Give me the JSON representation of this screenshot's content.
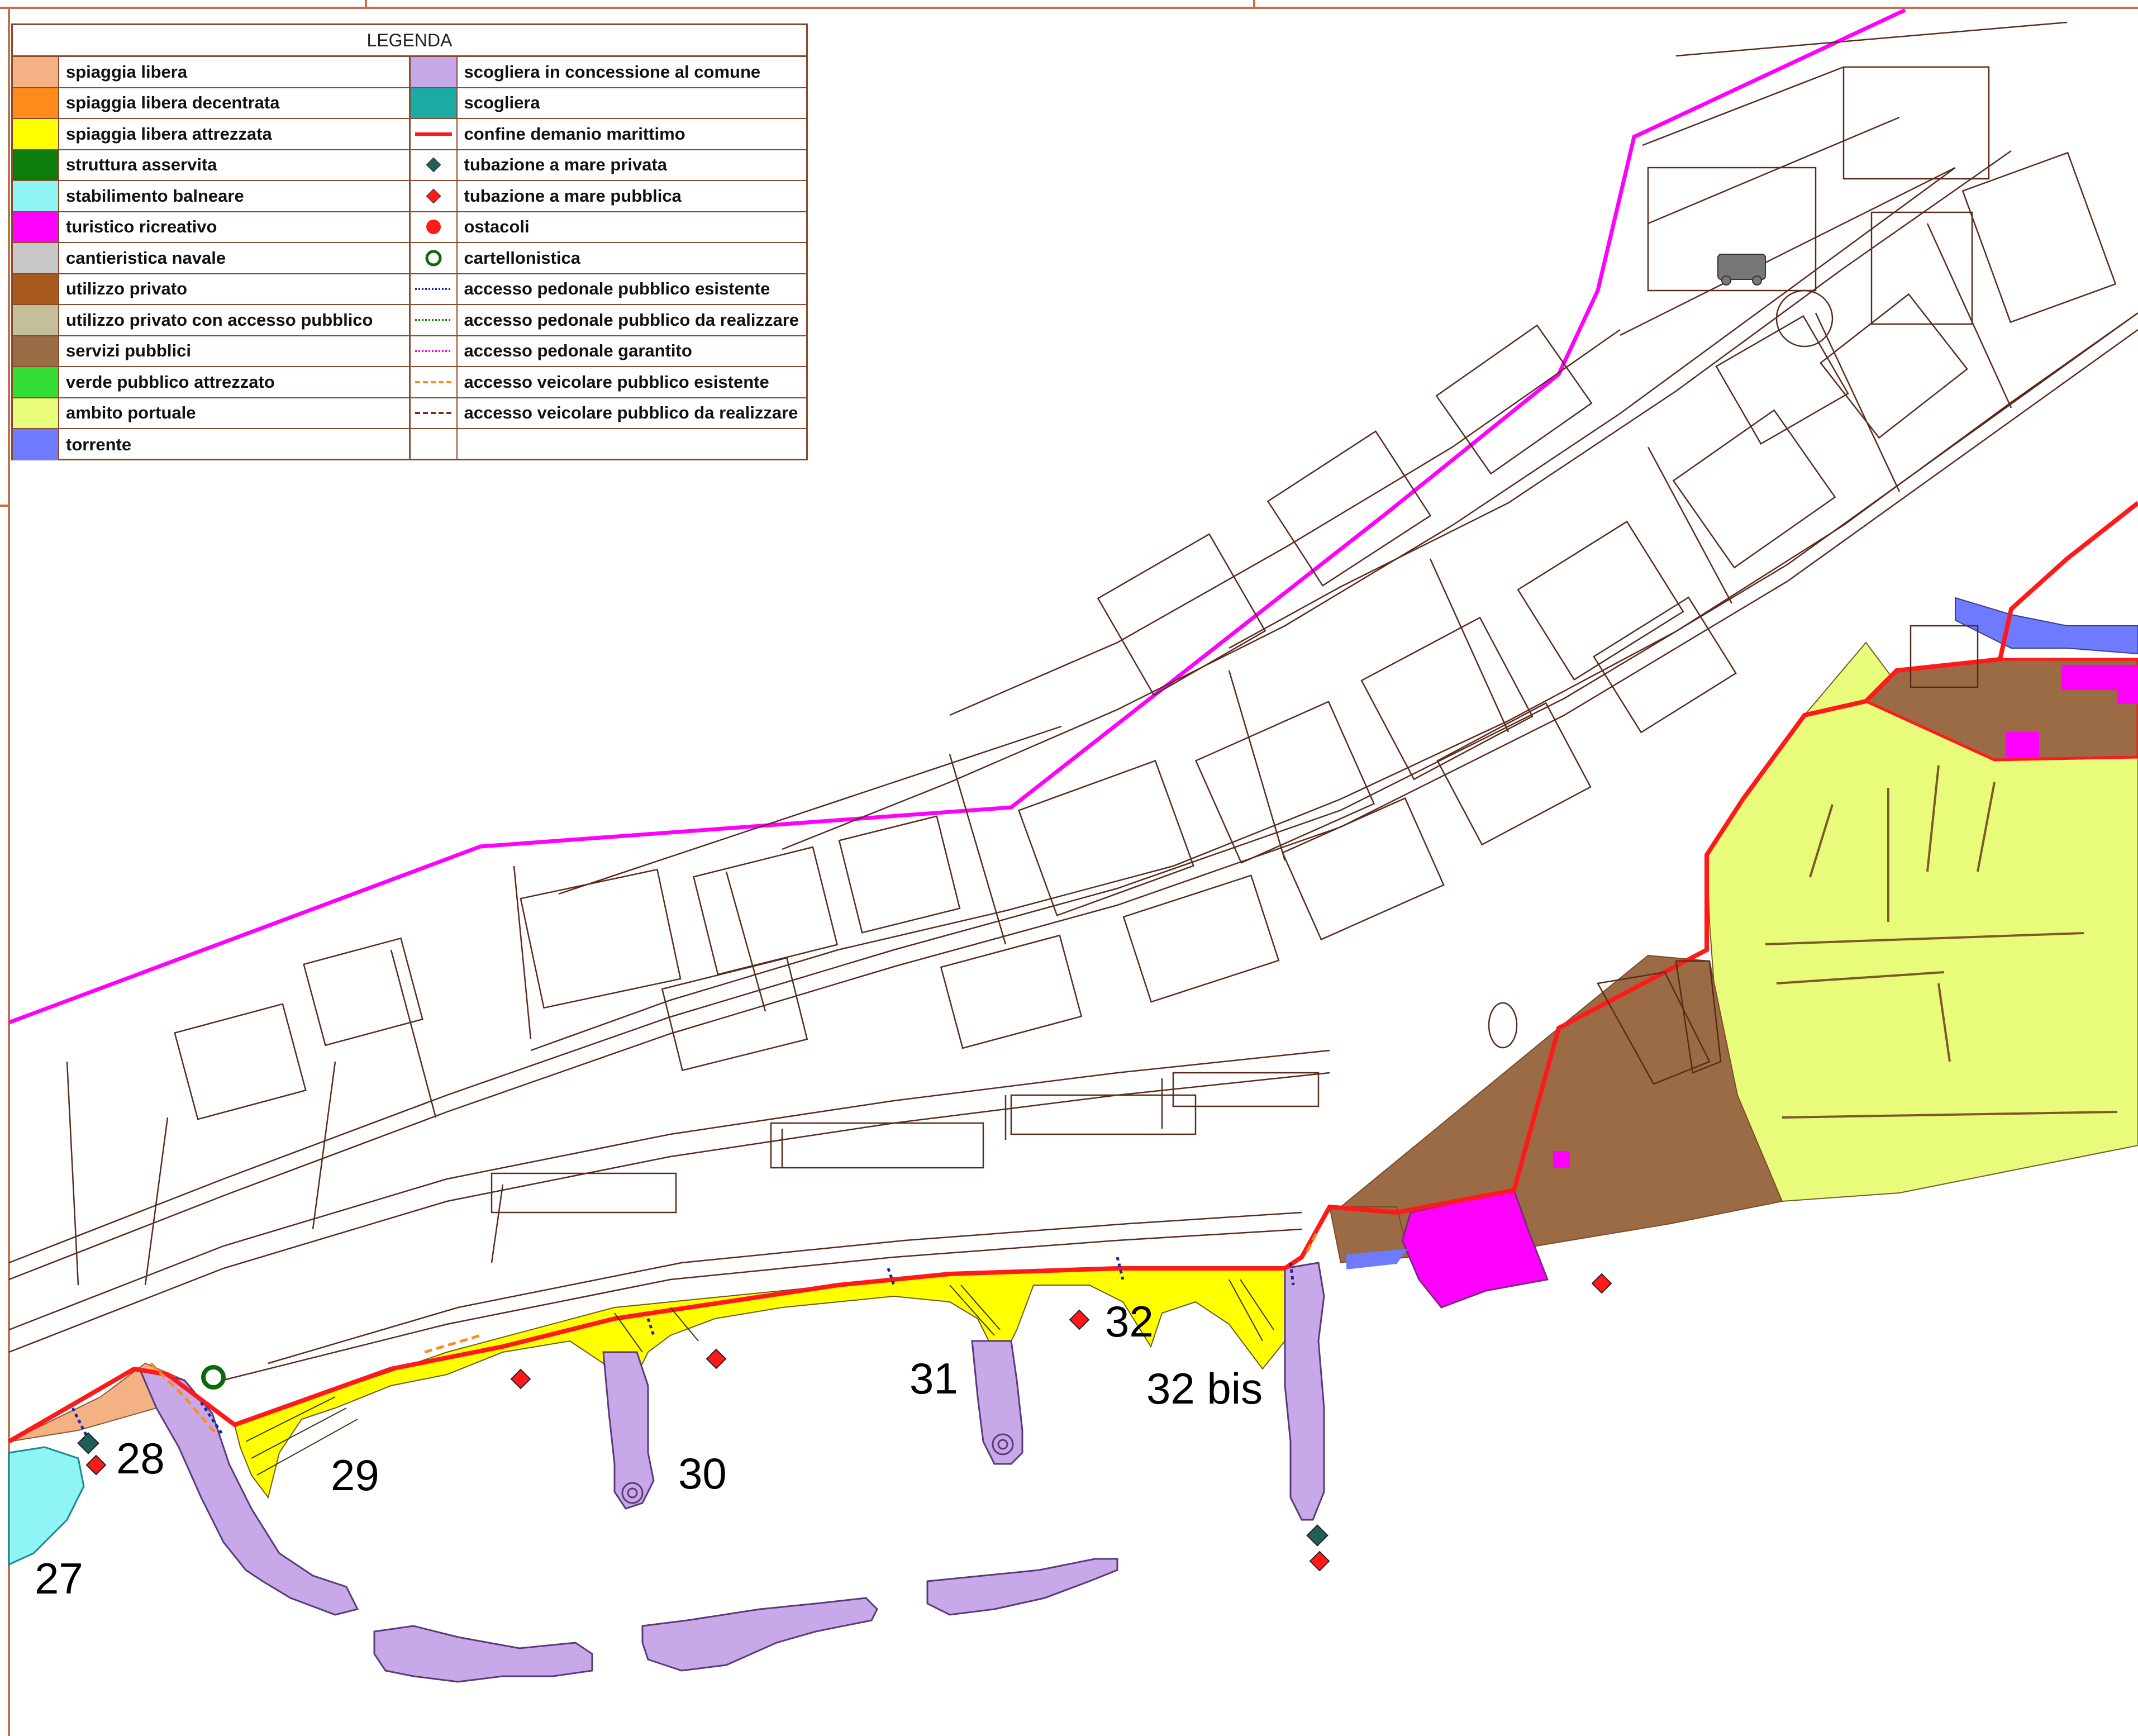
{
  "legend": {
    "title": "LEGENDA",
    "left": [
      {
        "label": "spiaggia libera",
        "color": "#f4b183",
        "icon": "fill-swatch"
      },
      {
        "label": "spiaggia libera decentrata",
        "color": "#ff8c1a",
        "icon": "fill-swatch"
      },
      {
        "label": "spiaggia libera attrezzata",
        "color": "#ffff00",
        "icon": "fill-swatch"
      },
      {
        "label": "struttura asservita",
        "color": "#0a7d0a",
        "icon": "fill-swatch"
      },
      {
        "label": "stabilimento balneare",
        "color": "#8ef4f4",
        "icon": "fill-swatch"
      },
      {
        "label": "turistico ricreativo",
        "color": "#ff00ff",
        "icon": "fill-swatch"
      },
      {
        "label": "cantieristica navale",
        "color": "#c8c8c8",
        "icon": "fill-swatch"
      },
      {
        "label": "utilizzo privato",
        "color": "#a8591c",
        "icon": "fill-swatch"
      },
      {
        "label": "utilizzo privato con accesso pubblico",
        "color": "#c2bf9a",
        "icon": "fill-swatch"
      },
      {
        "label": "servizi pubblici",
        "color": "#9b6b45",
        "icon": "fill-swatch"
      },
      {
        "label": "verde pubblico attrezzato",
        "color": "#33dd33",
        "icon": "fill-swatch"
      },
      {
        "label": "ambito portuale",
        "color": "#e8fb7a",
        "icon": "fill-swatch"
      },
      {
        "label": "torrente",
        "color": "#6f7bff",
        "icon": "fill-swatch"
      }
    ],
    "right": [
      {
        "label": "scogliera in concessione al comune",
        "color": "#c7a8e8",
        "icon": "fill-swatch"
      },
      {
        "label": "scogliera",
        "color": "#1aaba6",
        "icon": "fill-swatch"
      },
      {
        "label": "confine demanio marittimo",
        "color": "#ff1a1a",
        "icon": "solid-line"
      },
      {
        "label": "tubazione a mare privata",
        "color": "#1f5f5a",
        "icon": "diamond"
      },
      {
        "label": "tubazione a mare pubblica",
        "color": "#ff1a1a",
        "icon": "diamond"
      },
      {
        "label": "ostacoli",
        "color": "#ff1a1a",
        "icon": "circle-filled"
      },
      {
        "label": "cartellonistica",
        "color": "#0a6a0a",
        "icon": "circle-ring"
      },
      {
        "label": "accesso pedonale pubblico esistente",
        "color": "#1a2a9a",
        "icon": "dotted-line"
      },
      {
        "label": "accesso pedonale pubblico da realizzare",
        "color": "#1a7a1a",
        "icon": "dotted-line"
      },
      {
        "label": "accesso pedonale garantito",
        "color": "#ff00ff",
        "icon": "dotted-line"
      },
      {
        "label": "accesso veicolare pubblico esistente",
        "color": "#ff8c1a",
        "icon": "dashed-line"
      },
      {
        "label": "accesso veicolare pubblico da realizzare",
        "color": "#8b2a1a",
        "icon": "dashed-line"
      },
      {
        "label": "",
        "color": "#ffffff",
        "icon": "empty"
      }
    ]
  },
  "zones": {
    "z27": "27",
    "z28": "28",
    "z29": "29",
    "z30": "30",
    "z31": "31",
    "z32": "32",
    "z32bis": "32 bis"
  },
  "colors": {
    "boundary_magenta": "#ff00ff",
    "demanio_red": "#ff1a1a",
    "street_lines": "#5a2a1a",
    "frame": "#c0704a"
  }
}
